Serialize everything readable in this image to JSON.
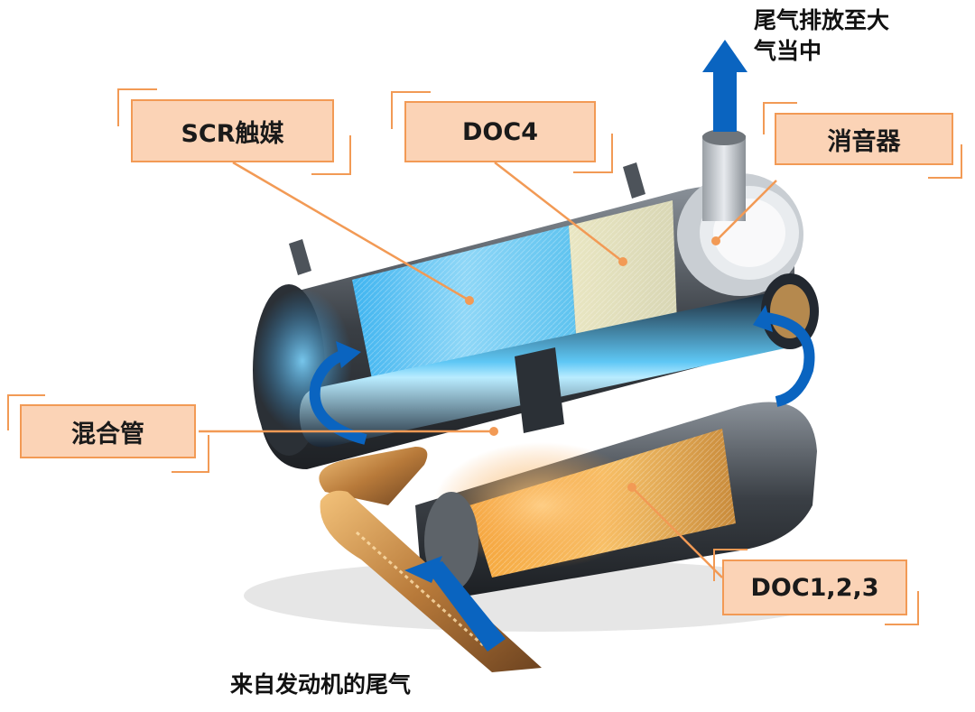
{
  "labels": {
    "scr": "SCR触媒",
    "doc4": "DOC4",
    "muffler": "消音器",
    "mixer": "混合管",
    "doc123": "DOC1,2,3"
  },
  "captions": {
    "exhaust_out_line1": "尾气排放至大",
    "exhaust_out_line2": "气当中",
    "exhaust_in": "来自发动机的尾气"
  },
  "colors": {
    "label_fill": "#fbd3b6",
    "label_border": "#f29a55",
    "leader_line": "#f29a55",
    "flow_arrow": "#0a64c0"
  }
}
